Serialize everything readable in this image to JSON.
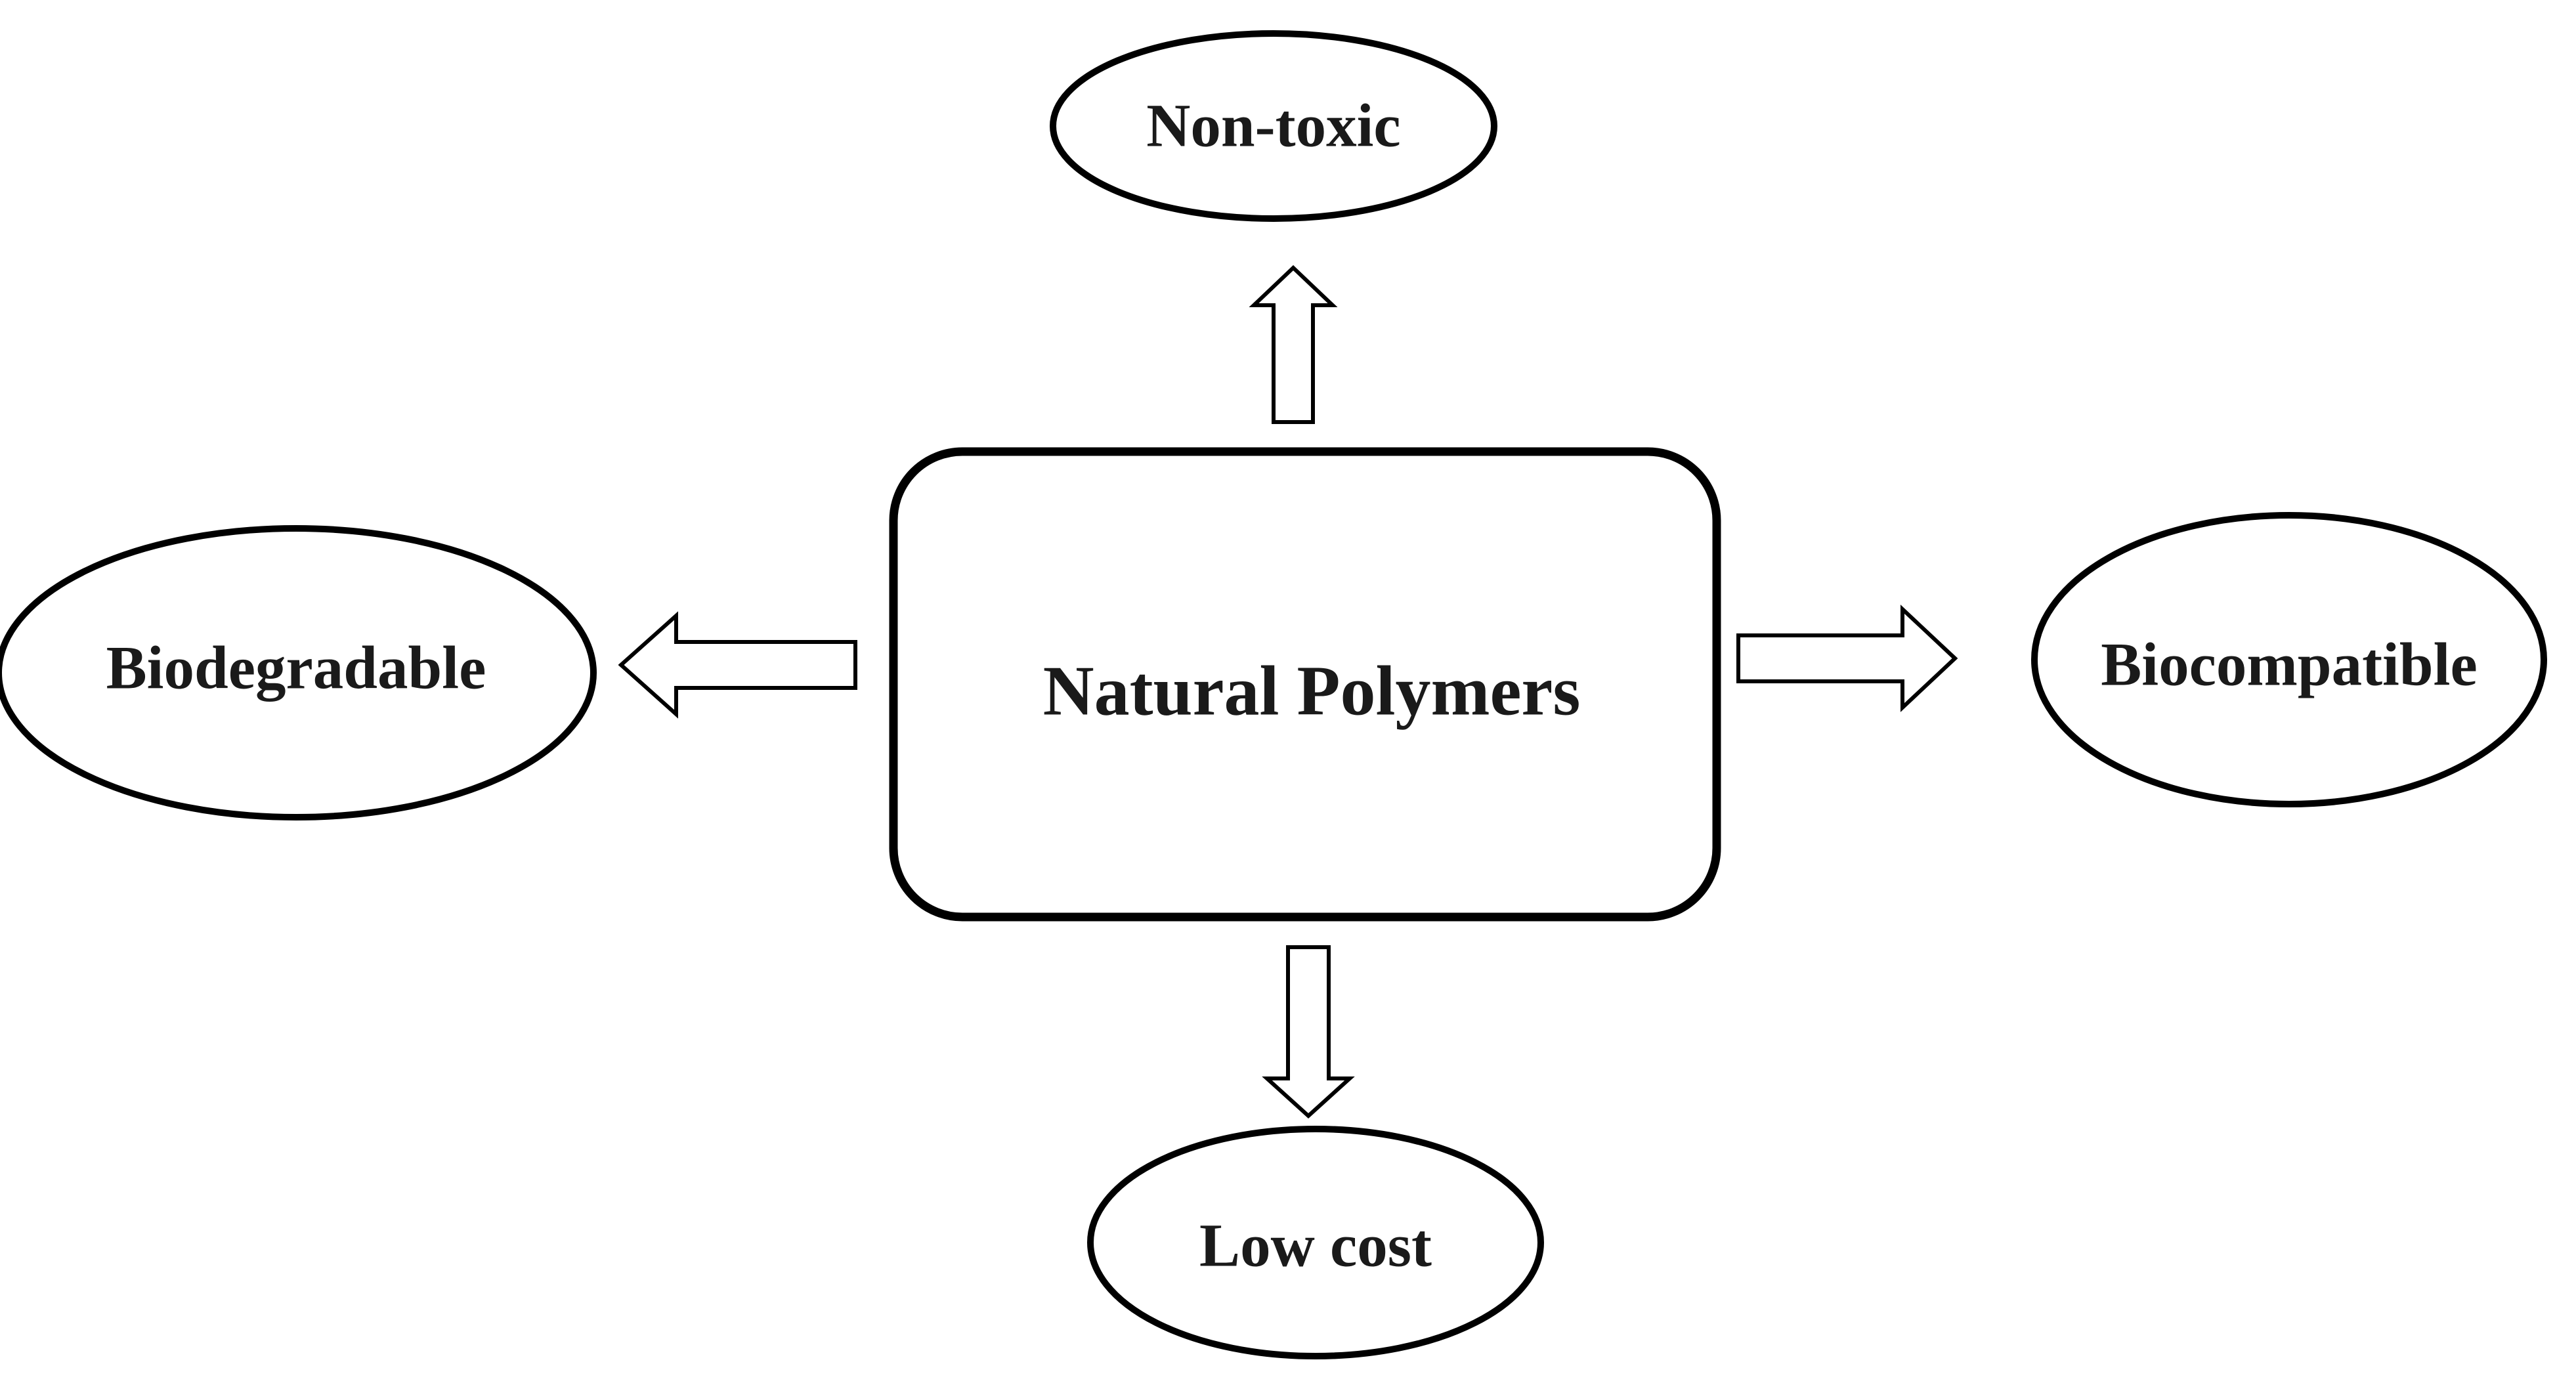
{
  "diagram": {
    "center": {
      "label": "Natural Polymers"
    },
    "top": {
      "label": "Non-toxic"
    },
    "left": {
      "label": "Biodegradable"
    },
    "right": {
      "label": "Biocompatible"
    },
    "bottom": {
      "label": "Low cost"
    }
  },
  "colors": {
    "stroke": "#000000",
    "fill": "#ffffff",
    "text": "#1a1a1a"
  }
}
